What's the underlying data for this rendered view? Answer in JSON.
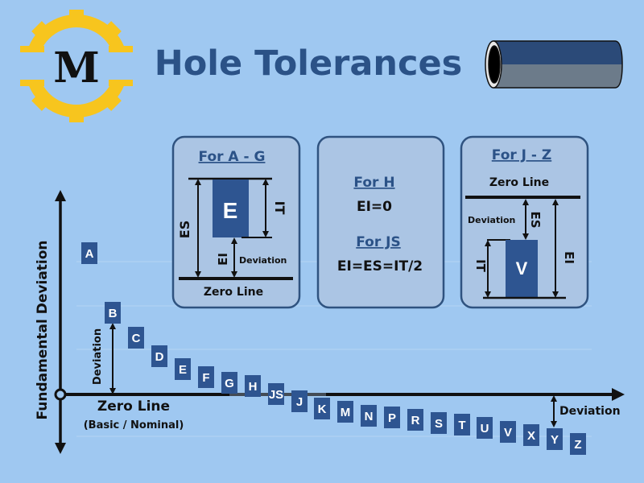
{
  "title": "Hole Tolerances",
  "logo": {
    "letter": "M",
    "gear_color": "#f7c51e"
  },
  "colors": {
    "background": "#9fc8f1",
    "accent": "#2b5287",
    "box_fill": "#abc5e4",
    "letter_box": "#2e5591"
  },
  "axis": {
    "y_label": "Fundamental Deviation",
    "zero_line": "Zero Line",
    "zero_line_sub": "(Basic / Nominal)",
    "deviation_left": "Deviation",
    "deviation_right": "Deviation"
  },
  "letters": [
    "A",
    "B",
    "C",
    "D",
    "E",
    "F",
    "G",
    "H",
    "JS",
    "J",
    "K",
    "M",
    "N",
    "P",
    "R",
    "S",
    "T",
    "U",
    "V",
    "X",
    "Y",
    "Z"
  ],
  "box_ag": {
    "title": "For A - G",
    "block": "E",
    "es": "ES",
    "it": "IT",
    "ei": "EI",
    "deviation": "Deviation",
    "zero_line": "Zero Line"
  },
  "box_h": {
    "title_h": "For H",
    "eq_h": "EI=0",
    "title_js": "For JS",
    "eq_js": "EI=ES=IT/2"
  },
  "box_jz": {
    "title": "For J - Z",
    "zero_line": "Zero Line",
    "deviation": "Deviation",
    "es": "ES",
    "block": "V",
    "it": "IT",
    "ei": "EI"
  }
}
